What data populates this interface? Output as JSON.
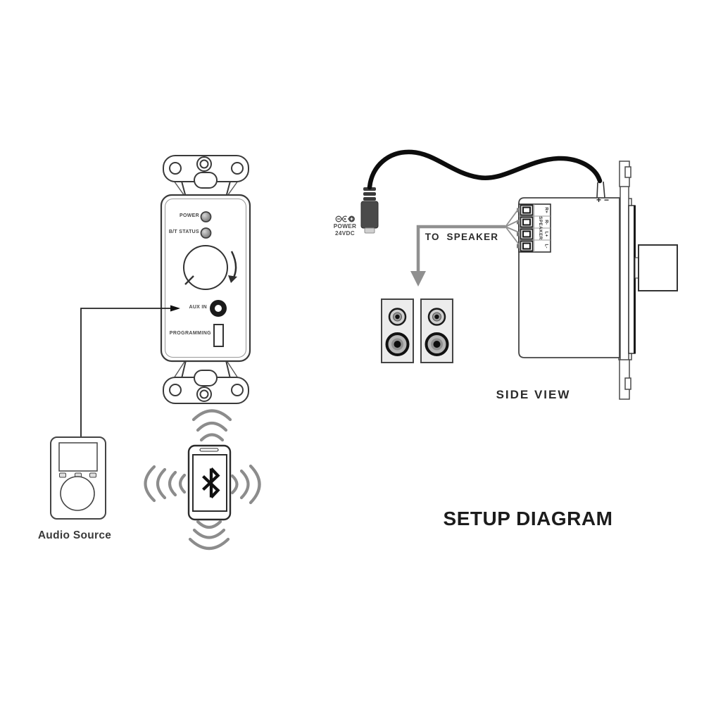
{
  "title": "SETUP DIAGRAM",
  "wall_plate": {
    "power": "POWER",
    "bt_status": "B/T STATUS",
    "aux_in": "AUX IN",
    "programming": "PROGRAMMING"
  },
  "audio_source": {
    "caption": "Audio Source"
  },
  "power_input": {
    "name": "POWER",
    "voltage": "24VDC"
  },
  "speaker_route": {
    "label": "TO  SPEAKER"
  },
  "side_view": {
    "caption": "SIDE VIEW",
    "plus": "+",
    "minus": "−",
    "terminal_block": {
      "terminals": [
        "R+",
        "R-",
        "L+",
        "L-"
      ],
      "group": "SPEAKER"
    }
  },
  "icons": {
    "bluetooth": "bluetooth-icon",
    "dc_polarity": "dc-polarity-center-positive-icon",
    "wireless_waves": "wireless-wave-arcs",
    "volume_rotation": "rotate-clockwise-arrow-icon"
  },
  "colors": {
    "line": "#3a3a3a",
    "arrow_gray": "#909090",
    "wave_gray": "#8c8c8c",
    "speaker_fill": "#ececec",
    "cable_black": "#0d0d0d",
    "background": "#ffffff"
  }
}
